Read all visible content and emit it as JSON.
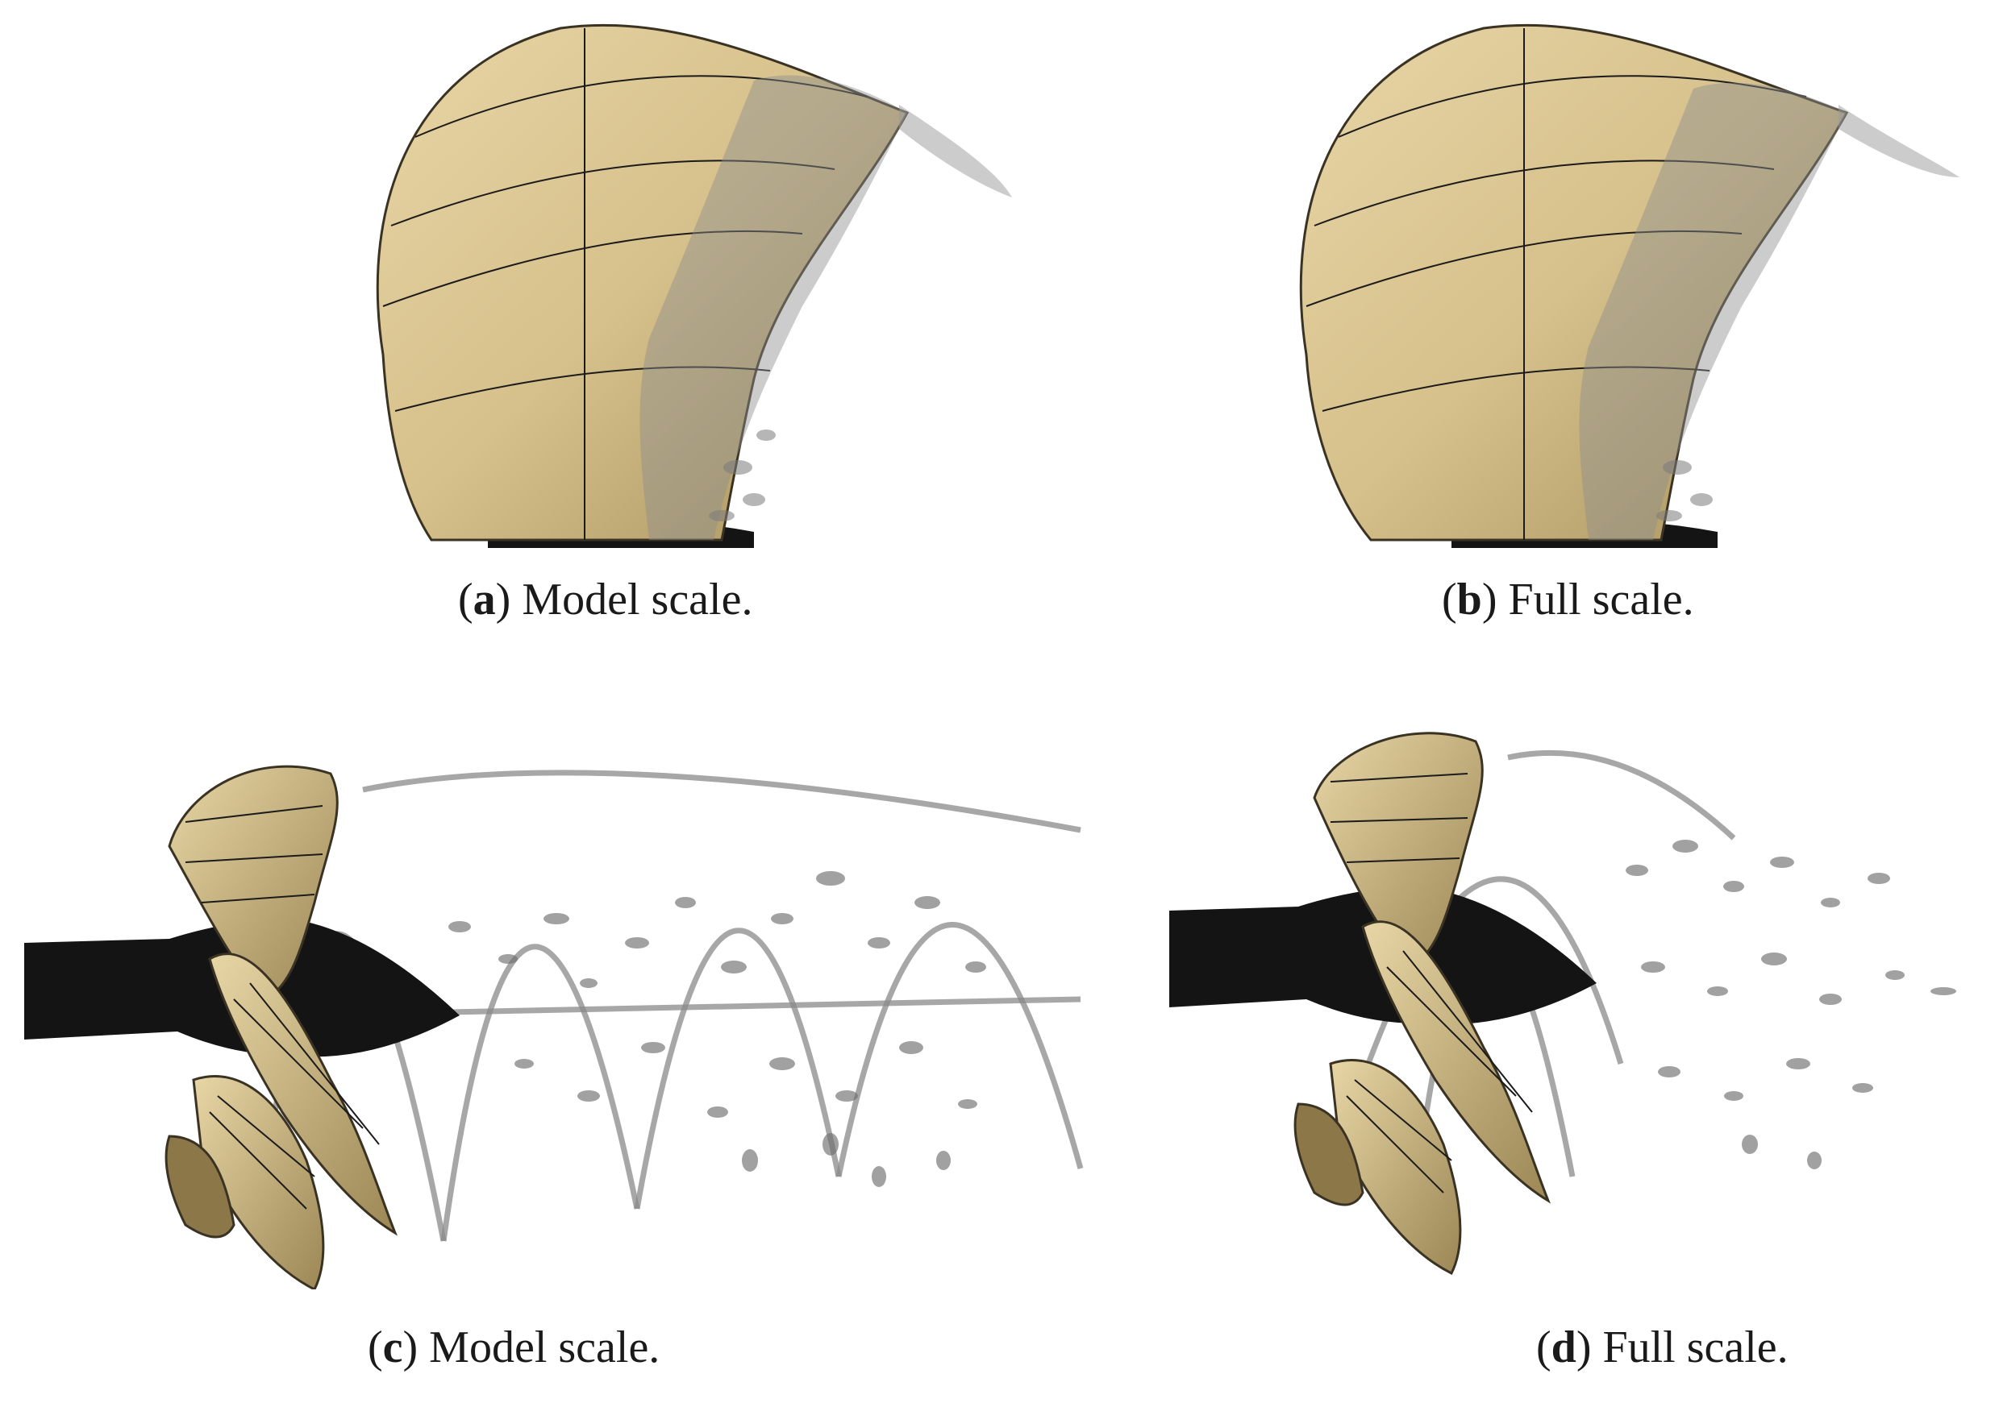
{
  "figure": {
    "panels": [
      {
        "id": "a",
        "letter": "a",
        "caption": "Model scale."
      },
      {
        "id": "b",
        "letter": "b",
        "caption": "Full scale."
      },
      {
        "id": "c",
        "letter": "c",
        "caption": "Model scale."
      },
      {
        "id": "d",
        "letter": "d",
        "caption": "Full scale."
      }
    ]
  },
  "colors": {
    "blade_tan": "#d6c08b",
    "blade_light": "#e8d6a6",
    "blade_dark": "#a58f5a",
    "hub_black": "#141414",
    "vortex_gray": "#8a8a8a"
  },
  "icons": [
    "propeller-blade-render",
    "propeller-hub-render",
    "tip-vortex-isosurface"
  ]
}
